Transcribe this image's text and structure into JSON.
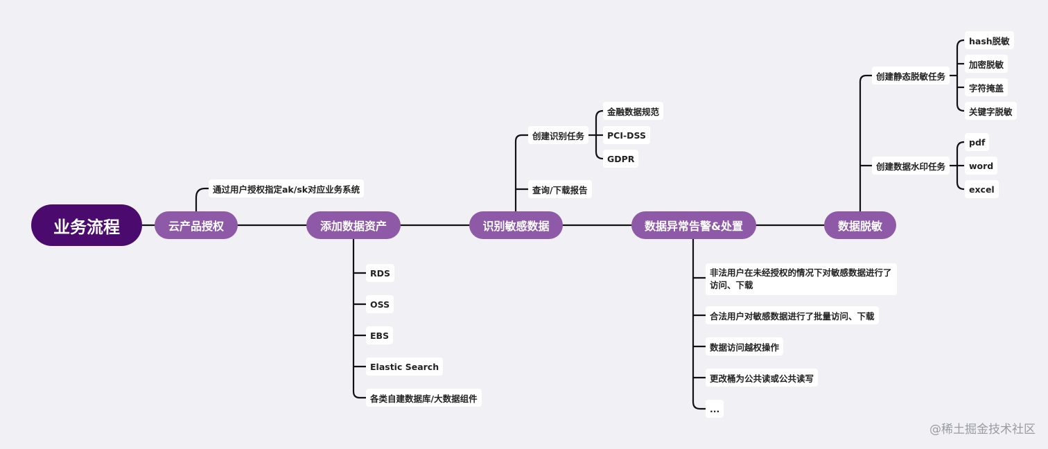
{
  "root": "业务流程",
  "main": {
    "cloud_auth": "云产品授权",
    "add_assets": "添加数据资产",
    "identify": "识别敏感数据",
    "alert": "数据异常告警&处置",
    "desensitize": "数据脱敏"
  },
  "cloud_auth_child": "通过用户授权指定ak/sk对应业务系统",
  "assets": [
    "RDS",
    "OSS",
    "EBS",
    "Elastic Search",
    "各类自建数据库/大数据组件"
  ],
  "identify_children": {
    "create_task": "创建识别任务",
    "report": "查询/下载报告",
    "standards": [
      "金融数据规范",
      "PCI-DSS",
      "GDPR"
    ]
  },
  "alerts": [
    "非法用户在未经授权的情况下对敏感数据进行了访问、下载",
    "合法用户对敏感数据进行了批量访问、下载",
    "数据访问越权操作",
    "更改桶为公共读或公共读写",
    "..."
  ],
  "desensitize_children": {
    "static_task": "创建静态脱敏任务",
    "static_methods": [
      "hash脱敏",
      "加密脱敏",
      "字符掩盖",
      "关键字脱敏"
    ],
    "watermark_task": "创建数据水印任务",
    "watermark_types": [
      "pdf",
      "word",
      "excel"
    ]
  },
  "watermark": "@稀土掘金技术社区",
  "colors": {
    "root": "#4b0a6e",
    "main": "#8e5aa8",
    "line": "#111111",
    "background": "#f0f0f5"
  }
}
